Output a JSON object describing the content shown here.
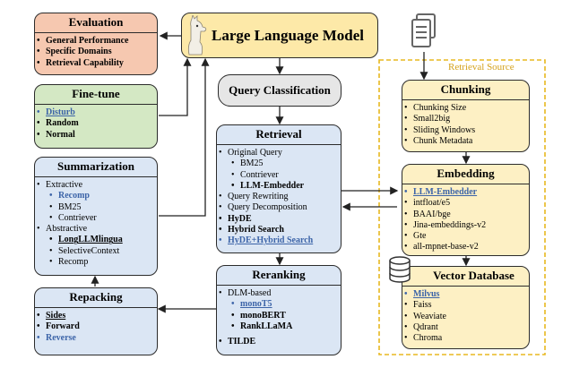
{
  "evaluation": {
    "title": "Evaluation",
    "items": [
      "General Performance",
      "Specific Domains",
      "Retrieval Capability"
    ]
  },
  "finetune": {
    "title": "Fine-tune",
    "items": [
      "Disturb",
      "Random",
      "Normal"
    ]
  },
  "summarization": {
    "title": "Summarization",
    "extractive": "Extractive",
    "extractive_items": [
      "Recomp",
      "BM25",
      "Contriever"
    ],
    "abstractive": "Abstractive",
    "abstractive_items": [
      "LongLLMlingua",
      "SelectiveContext",
      "Recomp"
    ]
  },
  "repacking": {
    "title": "Repacking",
    "items": [
      "Sides",
      "Forward",
      "Reverse"
    ]
  },
  "llm": {
    "title": "Large Language Model"
  },
  "query_classification": {
    "title": "Query Classification"
  },
  "retrieval": {
    "title": "Retrieval",
    "original_query": "Original Query",
    "oq_items": [
      "BM25",
      "Contriever",
      "LLM-Embedder"
    ],
    "items": [
      "Query Rewriting",
      "Query Decomposition",
      "HyDE",
      "Hybrid Search",
      "HyDE+Hybrid Search"
    ]
  },
  "reranking": {
    "title": "Reranking",
    "dlm": "DLM-based",
    "dlm_items": [
      "monoT5",
      "monoBERT",
      "RankLLaMA"
    ],
    "tilde": "TILDE"
  },
  "retrieval_source": {
    "label": "Retrieval Source"
  },
  "chunking": {
    "title": "Chunking",
    "items": [
      "Chunking Size",
      "Small2big",
      "Sliding Windows",
      "Chunk Metadata"
    ]
  },
  "embedding": {
    "title": "Embedding",
    "items": [
      "LLM-Embedder",
      "intfloat/e5",
      "BAAI/bge",
      "Jina-embeddings-v2",
      "Gte",
      "all-mpnet-base-v2"
    ]
  },
  "vector_db": {
    "title": "Vector Database",
    "items": [
      "Milvus",
      "Faiss",
      "Weaviate",
      "Qdrant",
      "Chroma"
    ]
  },
  "colors": {
    "evaluation": "#f6c8b0",
    "finetune": "#d4e8c4",
    "blue": "#dbe6f4",
    "llm": "#fde9a8",
    "yellow": "#fdf0c4",
    "gray": "#e6e6e6",
    "dashed": "#e8b820",
    "link": "#3c64a8"
  }
}
